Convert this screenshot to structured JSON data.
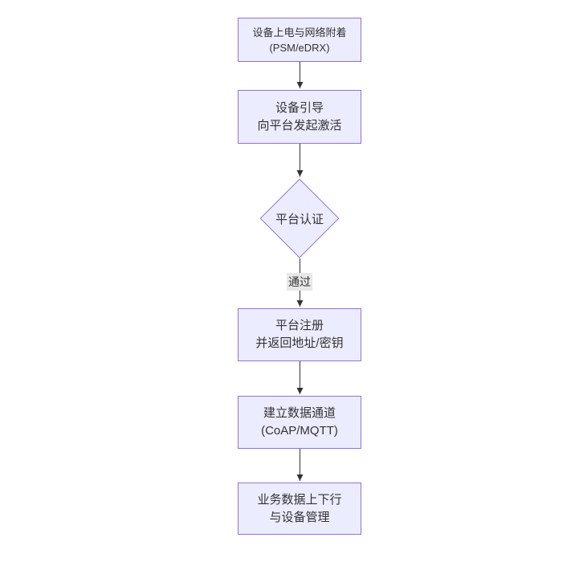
{
  "diagram": {
    "type": "flowchart-vertical",
    "colors": {
      "canvas_bg": "#ffffff",
      "node_fill": "#ECECFF",
      "node_border": "#9370DB",
      "arrow_color": "#333333",
      "text_color": "#333333",
      "edge_label_bg": "#e8e8e8"
    },
    "nodes": [
      {
        "shape": "rect",
        "line1": "设备上电与网络附着",
        "line2": "(PSM/eDRX)"
      },
      {
        "shape": "rect",
        "line1": "设备引导",
        "line2": "向平台发起激活"
      },
      {
        "shape": "diamond",
        "line1": "平台认证",
        "line2": ""
      },
      {
        "shape": "rect",
        "line1": "平台注册",
        "line2": "并返回地址/密钥"
      },
      {
        "shape": "rect",
        "line1": "建立数据通道",
        "line2": "(CoAP/MQTT)"
      },
      {
        "shape": "rect",
        "line1": "业务数据上下行",
        "line2": "与设备管理"
      }
    ],
    "edges": [
      {
        "from": 0,
        "to": 1,
        "label": ""
      },
      {
        "from": 1,
        "to": 2,
        "label": ""
      },
      {
        "from": 2,
        "to": 3,
        "label": "通过"
      },
      {
        "from": 3,
        "to": 4,
        "label": ""
      },
      {
        "from": 4,
        "to": 5,
        "label": ""
      }
    ]
  }
}
